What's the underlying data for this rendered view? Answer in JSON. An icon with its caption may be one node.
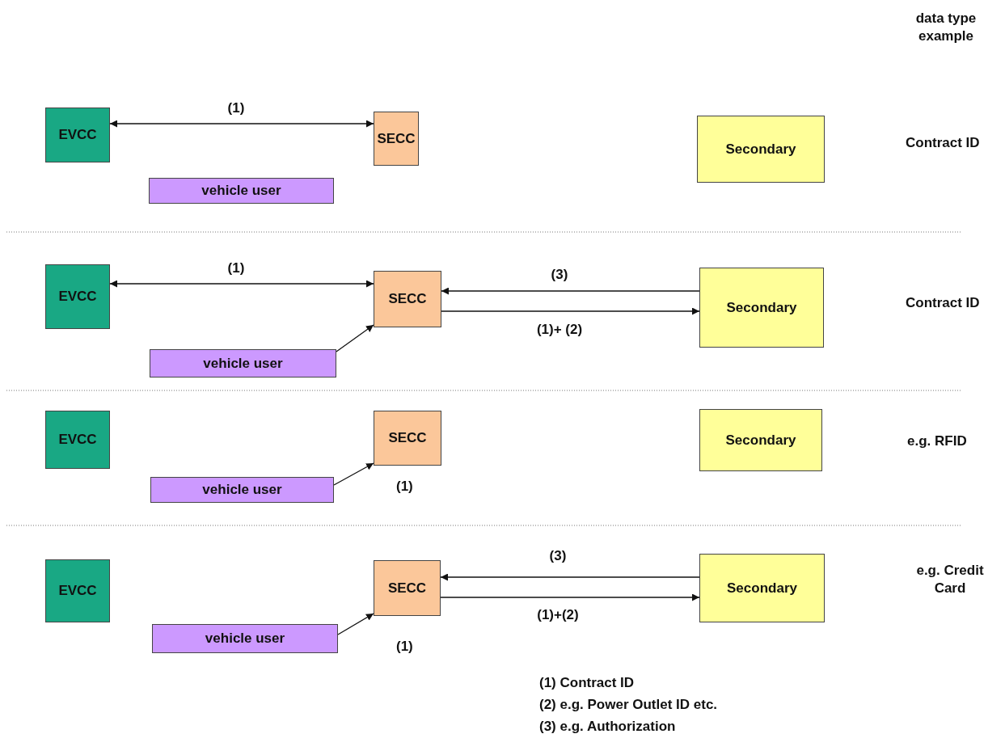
{
  "diagram": {
    "nodes": [
      {
        "text": [
          "EVCC"
        ]
      },
      {
        "text": [
          "SECC"
        ]
      },
      {
        "text": [
          "Secondary"
        ]
      },
      {
        "text": [
          "vehicle user"
        ]
      },
      {
        "text": [
          "EVCC"
        ]
      },
      {
        "text": [
          "SECC"
        ]
      },
      {
        "text": [
          "Secondary"
        ]
      },
      {
        "text": [
          "vehicle user"
        ]
      },
      {
        "text": [
          "EVCC"
        ]
      },
      {
        "text": [
          "SECC"
        ]
      },
      {
        "text": [
          "Secondary"
        ]
      },
      {
        "text": [
          "vehicle user"
        ]
      },
      {
        "text": [
          "EVCC"
        ]
      },
      {
        "text": [
          "SECC"
        ]
      },
      {
        "text": [
          "Secondary"
        ]
      },
      {
        "text": [
          "vehicle user"
        ]
      }
    ],
    "edges": [
      {
        "from": 0,
        "to": 1,
        "arrow": "both",
        "label": "(1)"
      },
      {
        "from": 4,
        "to": 5,
        "arrow": "both",
        "label": "(1)"
      },
      {
        "from": 6,
        "to": 5,
        "arrow": "to",
        "label": "(3)"
      },
      {
        "from": 5,
        "to": 6,
        "arrow": "to",
        "label": "(1)+ (2)"
      },
      {
        "from": 7,
        "to": 5,
        "arrow": "to"
      },
      {
        "from": 11,
        "to": 9,
        "arrow": "to",
        "label": "(1)"
      },
      {
        "from": 14,
        "to": 13,
        "arrow": "to",
        "label": "(3)"
      },
      {
        "from": 13,
        "to": 14,
        "arrow": "to",
        "label": "(1)+(2)"
      },
      {
        "from": 15,
        "to": 13,
        "arrow": "to",
        "label": "(1)"
      }
    ],
    "labels": [
      "data type example",
      "Contract ID",
      "Contract ID",
      "e.g. RFID",
      "e.g. Credit Card",
      "(1) Contract ID",
      "(2) e.g. Power Outlet ID etc.",
      "(3) e.g. Authorization"
    ]
  }
}
